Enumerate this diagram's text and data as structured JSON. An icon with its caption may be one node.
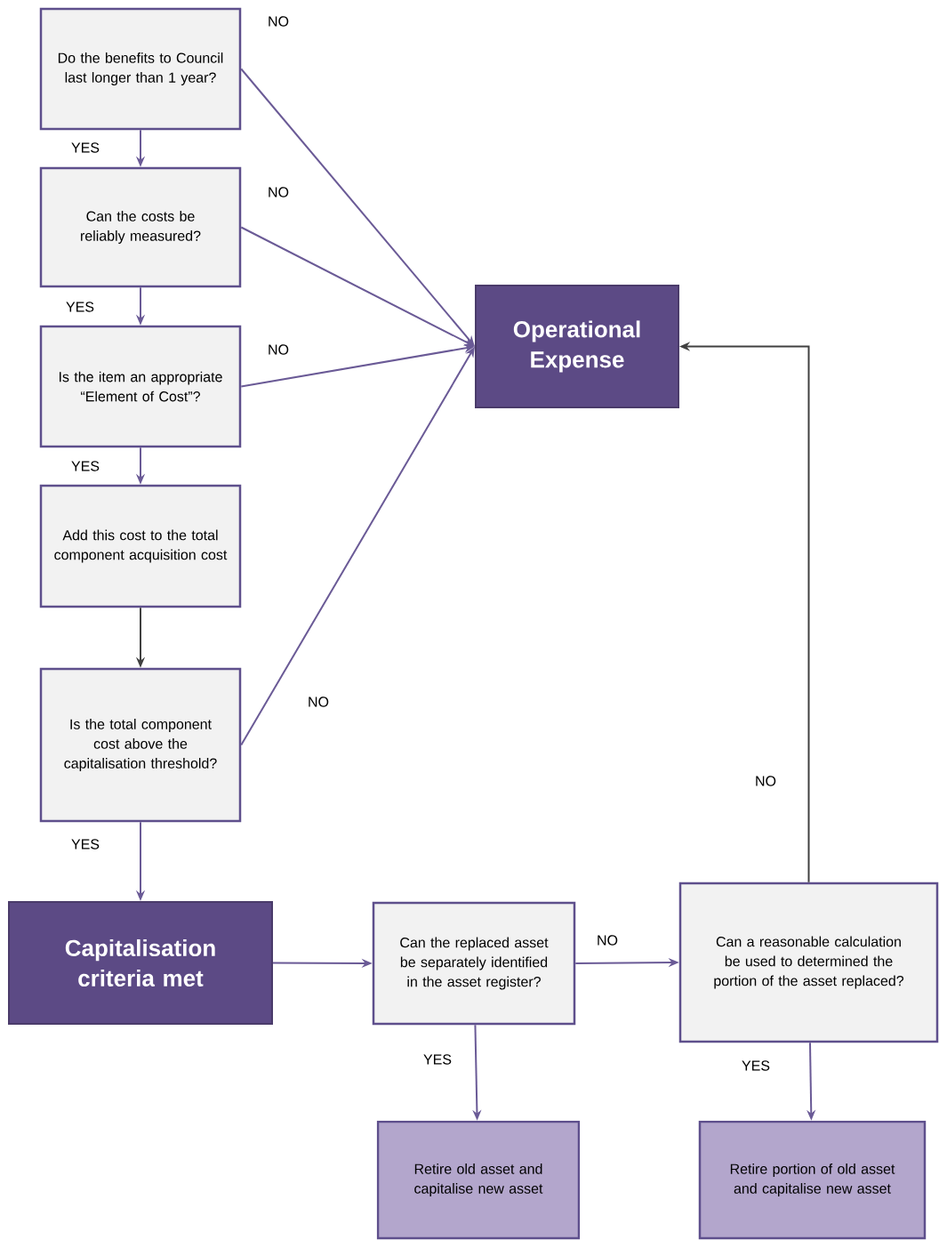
{
  "diagram": {
    "nodes": [
      {
        "text": [
          "Do the benefits to Council last longer than 1 year?"
        ]
      },
      {
        "text": [
          "Can the costs be reliably measured?"
        ]
      },
      {
        "text": [
          "Is the item an appropriate “Element of Cost”?"
        ]
      },
      {
        "text": [
          "Add this cost to the total component acquisition cost"
        ]
      },
      {
        "text": [
          "Is the total component cost above the capitalisation threshold?"
        ]
      },
      {
        "text": [
          "Operational Expense"
        ]
      },
      {
        "text": [
          "Capitalisation criteria met"
        ]
      },
      {
        "text": [
          "Can the replaced asset be separately identified in the asset register?"
        ]
      },
      {
        "text": [
          "Can a reasonable calculation be used to determined the portion of the asset replaced?"
        ]
      },
      {
        "text": [
          "Retire old asset and capitalise new asset"
        ]
      },
      {
        "text": [
          "Retire portion of old asset and capitalise new asset"
        ]
      }
    ],
    "edges": [
      {
        "from": 0,
        "to": 1,
        "arrow": "to",
        "label": "YES"
      },
      {
        "from": 1,
        "to": 2,
        "arrow": "to",
        "label": "YES"
      },
      {
        "from": 2,
        "to": 3,
        "arrow": "to",
        "label": "YES"
      },
      {
        "from": 3,
        "to": 4,
        "arrow": "to",
        "color": "#404040"
      },
      {
        "from": 4,
        "to": 6,
        "arrow": "to",
        "label": "YES"
      },
      {
        "from": 0,
        "to": 5,
        "arrow": "to",
        "label": "NO"
      },
      {
        "from": 1,
        "to": 5,
        "arrow": "to",
        "label": "NO"
      },
      {
        "from": 2,
        "to": 5,
        "arrow": "to",
        "label": "NO"
      },
      {
        "from": 4,
        "to": 5,
        "arrow": "to",
        "label": "NO"
      },
      {
        "from": 6,
        "to": 7,
        "arrow": "to"
      },
      {
        "from": 7,
        "to": 8,
        "arrow": "to",
        "label": "NO"
      },
      {
        "from": 8,
        "to": 5,
        "arrow": "to",
        "label": "NO",
        "color": "#404040"
      },
      {
        "from": 7,
        "to": 9,
        "arrow": "to",
        "label": "YES"
      },
      {
        "from": 8,
        "to": 10,
        "arrow": "to",
        "label": "YES"
      }
    ]
  }
}
